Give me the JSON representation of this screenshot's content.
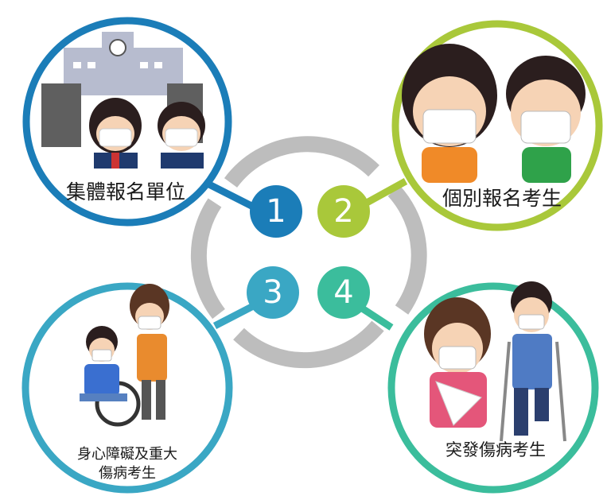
{
  "groups": [
    {
      "number": "1",
      "label": "集體報名單位",
      "color": "#1b7db8"
    },
    {
      "number": "2",
      "label": "個別報名考生",
      "color": "#a9c83a"
    },
    {
      "number": "3",
      "label_line1": "身心障礙及重大",
      "label_line2": "傷病考生",
      "color": "#3aa7c4"
    },
    {
      "number": "4",
      "label": "突發傷病考生",
      "color": "#3bbd9c"
    }
  ],
  "center_ring_color": "#bdbdbd",
  "icons": [
    "school-students-icon",
    "students-masks-icon",
    "wheelchair-caregiver-icon",
    "injured-students-icon"
  ]
}
